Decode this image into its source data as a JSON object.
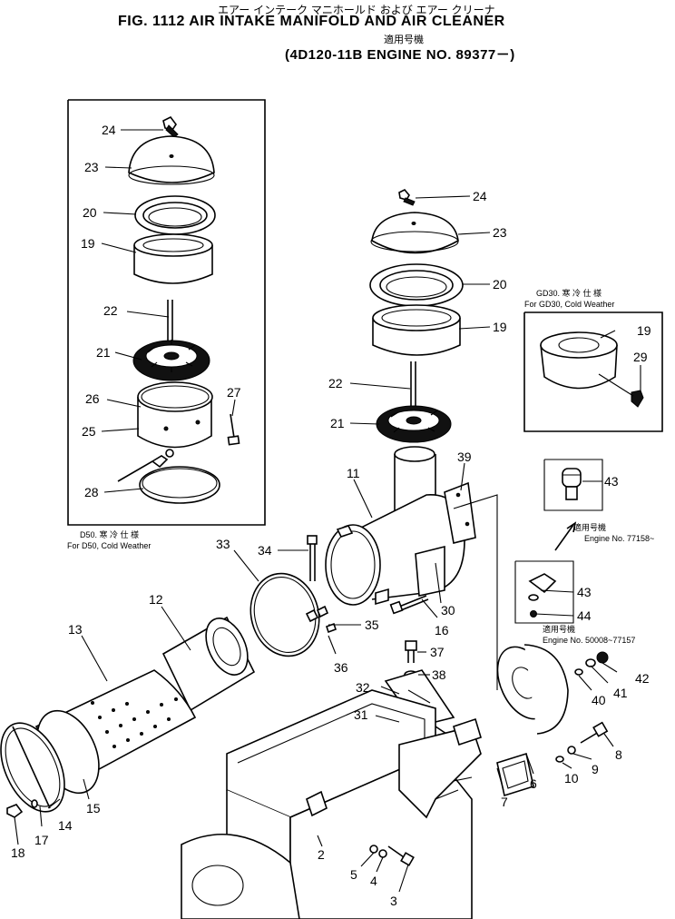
{
  "header": {
    "title_jp": "エアー インテーク マニホールド および エアー クリーナ",
    "title": "FIG. 1112  AIR INTAKE MANIFOLD AND AIR CLEANER",
    "applicable_jp": "適用号機",
    "subtitle": "(4D120-11B ENGINE NO. 89377－)"
  },
  "notes": {
    "d50_jp": "D50. 寒 冷 仕 様",
    "d50_en": "For D50, Cold Weather",
    "gd30_jp": "GD30. 寒 冷 仕 様",
    "gd30_en": "For GD30, Cold Weather",
    "apply_jp_1": "適用号機",
    "engine_no_1": "Engine No. 77158~",
    "apply_jp_2": "適用号機",
    "engine_no_2": "Engine No. 50008~77157"
  },
  "callouts": [
    "24",
    "23",
    "20",
    "19",
    "22",
    "21",
    "26",
    "25",
    "27",
    "28",
    "24",
    "23",
    "20",
    "19",
    "22",
    "21",
    "11",
    "39",
    "19",
    "29",
    "43",
    "43",
    "44",
    "33",
    "34",
    "35",
    "36",
    "12",
    "13",
    "14",
    "15",
    "16",
    "17",
    "18",
    "30",
    "37",
    "38",
    "32",
    "31",
    "40",
    "41",
    "42",
    "2",
    "3",
    "4",
    "5",
    "6",
    "7",
    "8",
    "9",
    "10"
  ]
}
